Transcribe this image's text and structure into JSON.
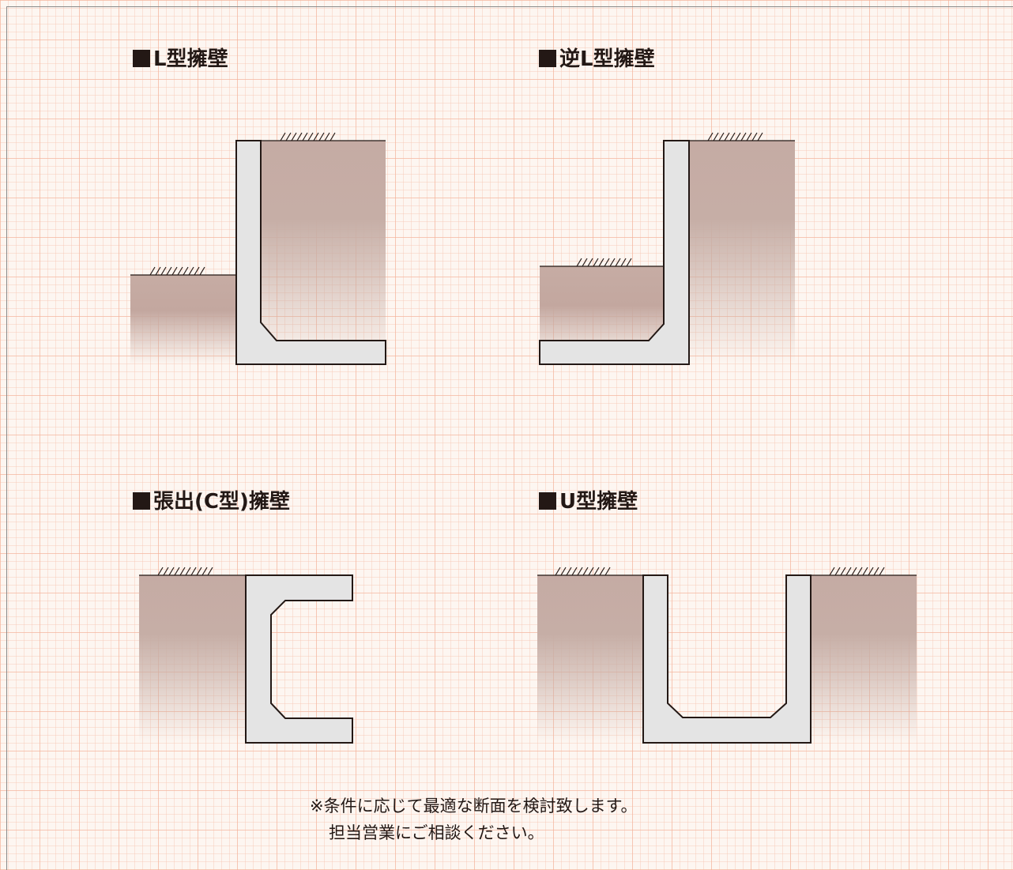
{
  "sections": [
    {
      "title": "L型擁壁"
    },
    {
      "title": "逆L型擁壁"
    },
    {
      "title": "張出(C型)擁壁"
    },
    {
      "title": "U型擁壁"
    }
  ],
  "note": {
    "line1": "※条件に応じて最適な断面を検討致します。",
    "line2": "担当営業にご相談ください。"
  },
  "colors": {
    "soil": "#c6aca4",
    "concrete": "#e4e4e4",
    "outline": "#231815",
    "grid": "#f4b096"
  }
}
